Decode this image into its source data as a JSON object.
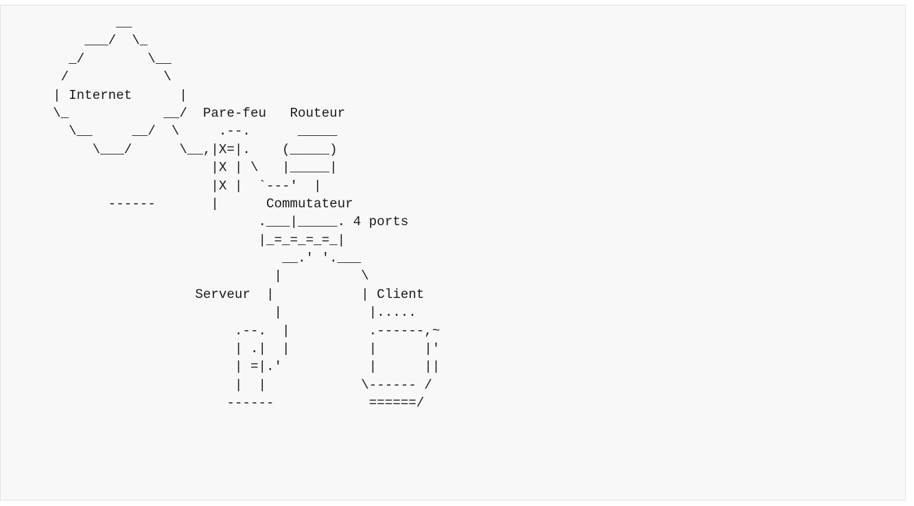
{
  "diagram": {
    "lines": [
      "              __",
      "          ___/  \\_",
      "        _/        \\__",
      "       /            \\",
      "      | Internet      |",
      "      \\_            __/  Pare-feu   Routeur",
      "        \\__     __/  \\     .--.      _____",
      "           \\___/      \\__,|X=|.    (_____)",
      "                          |X | \\   |_____|",
      "                          |X |  `---'  |",
      "             ------       |      Commutateur",
      "                                .___|_____. 4 ports",
      "                                |_=_=_=_=_|",
      "                                   __.' '.___",
      "                                  |          \\",
      "                        Serveur  |           | Client",
      "                                  |           |.....",
      "                             .--.  |          .------,~",
      "                             | .|  |          |      |'",
      "                             | =|.'           |      ||",
      "                             |  |            \\------ /",
      "                            ------            ======/"
    ]
  }
}
